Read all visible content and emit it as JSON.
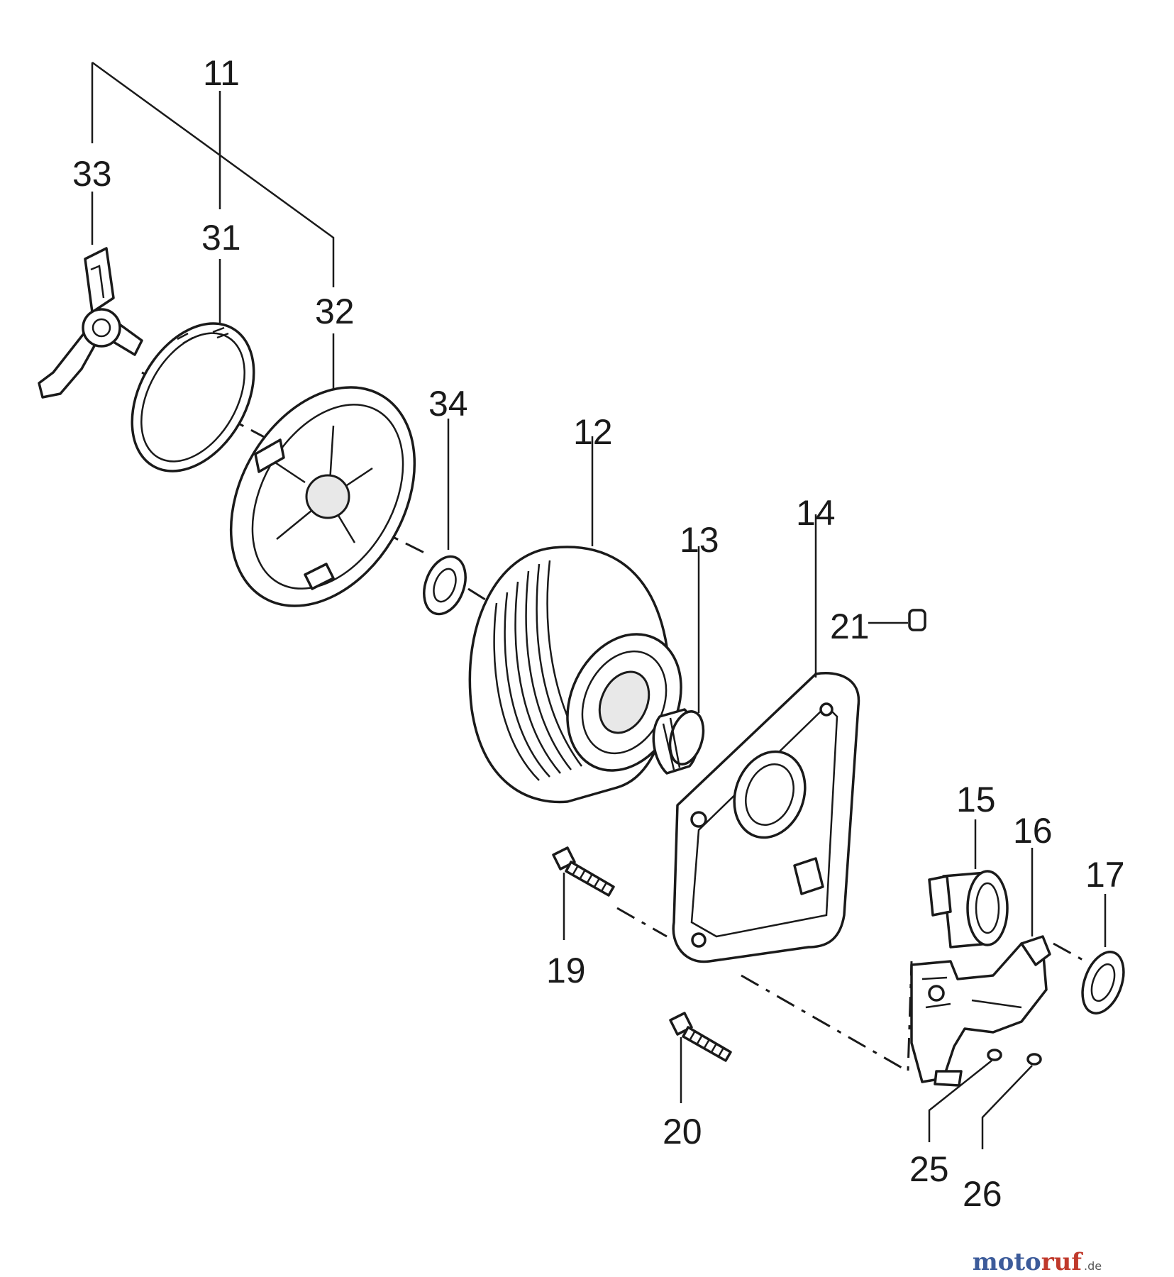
{
  "callouts": {
    "p11": "11",
    "p12": "12",
    "p13": "13",
    "p14": "14",
    "p15": "15",
    "p16": "16",
    "p17": "17",
    "p19": "19",
    "p20": "20",
    "p21": "21",
    "p25": "25",
    "p26": "26",
    "p31": "31",
    "p32": "32",
    "p33": "33",
    "p34": "34"
  },
  "watermark": {
    "part1": "moto",
    "part2": "ruf",
    "suffix": ".de"
  }
}
